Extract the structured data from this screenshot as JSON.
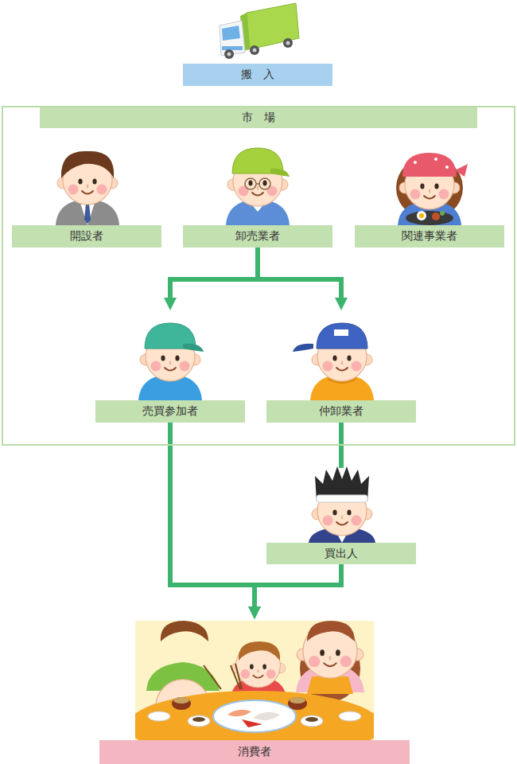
{
  "diagram": {
    "nodes": [
      {
        "text": [
          "搬　入"
        ]
      },
      {
        "text": [
          "市　場"
        ]
      },
      {
        "text": [
          "開設者"
        ],
        "in": 1
      },
      {
        "text": [
          "卸売業者"
        ],
        "in": 1
      },
      {
        "text": [
          "関連事業者"
        ],
        "in": 1
      },
      {
        "text": [
          "売買参加者"
        ],
        "in": 1
      },
      {
        "text": [
          "仲卸業者"
        ],
        "in": 1
      },
      {
        "text": [
          "買出人"
        ]
      },
      {
        "text": [
          "消費者"
        ]
      }
    ],
    "edges": [
      {
        "from": 3,
        "to": 5,
        "arrow": "to"
      },
      {
        "from": 3,
        "to": 6,
        "arrow": "to"
      },
      {
        "from": 5,
        "to": 8,
        "arrow": "to"
      },
      {
        "from": 6,
        "to": 7,
        "arrow": "none"
      },
      {
        "from": 7,
        "to": 8,
        "arrow": "to"
      }
    ]
  }
}
